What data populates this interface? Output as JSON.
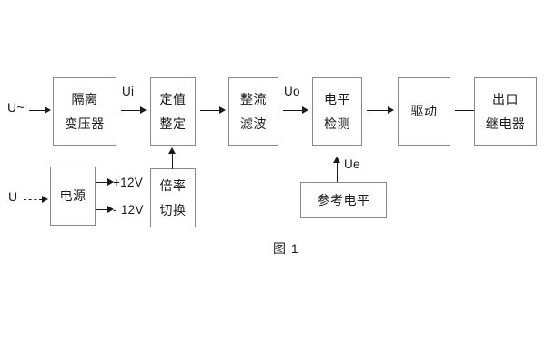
{
  "figure": {
    "caption": "图 1",
    "blocks": {
      "isolation_transformer": {
        "line1": "隔离",
        "line2": "变压器"
      },
      "setting_value": {
        "line1": "定值",
        "line2": "整定"
      },
      "rectify_filter": {
        "line1": "整流",
        "line2": "滤波"
      },
      "level_detection": {
        "line1": "电平",
        "line2": "检测"
      },
      "drive": {
        "line1": "驱动"
      },
      "output_relay": {
        "line1": "出口",
        "line2": "继电器"
      },
      "power_supply": {
        "line1": "电源"
      },
      "multiplier_switch": {
        "line1": "倍率",
        "line2": "切换"
      },
      "reference_level": {
        "line1": "参考电平"
      }
    },
    "signals": {
      "input_ac": "U~",
      "input_dc": "U",
      "ui": "Ui",
      "uo": "Uo",
      "ue": "Ue",
      "rail_pos": "+12V",
      "rail_neg": "- 12V"
    },
    "colors": {
      "background": "#ffffff",
      "box_border": "#8a8a8a",
      "line": "#1a1a1a",
      "text": "#1a1a1a"
    }
  }
}
